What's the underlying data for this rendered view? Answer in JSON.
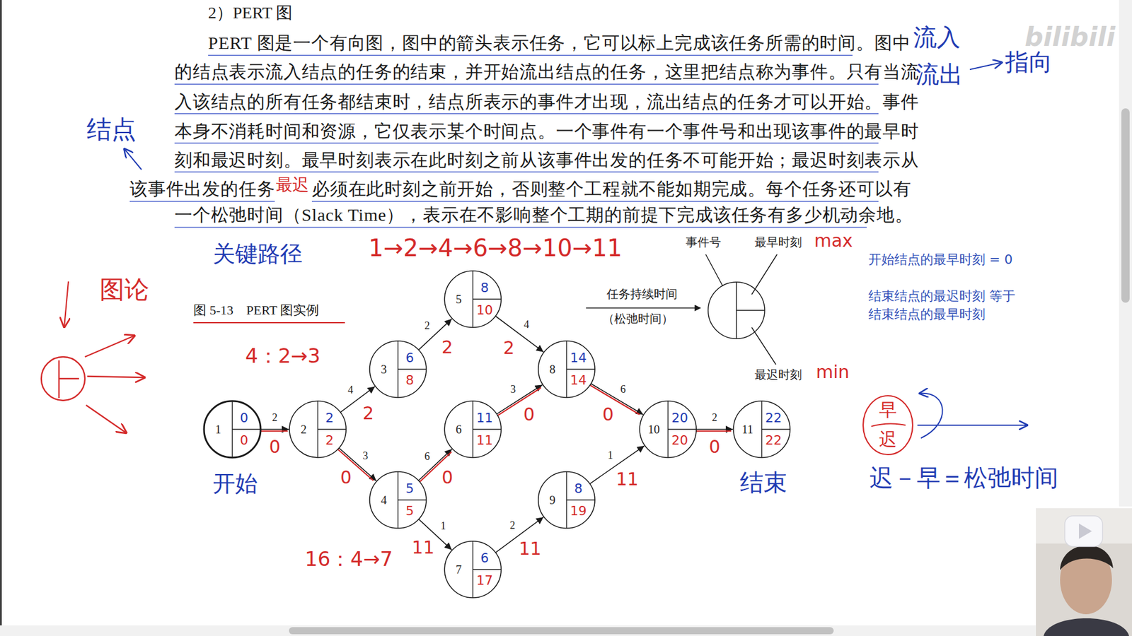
{
  "diagram": {
    "title": "2）PERT 图",
    "caption": "图 5-13　PERT 图实例",
    "nodes": [
      {
        "text": [
          "1",
          "0",
          "0"
        ]
      },
      {
        "text": [
          "2",
          "2",
          "2"
        ]
      },
      {
        "text": [
          "3",
          "6",
          "8"
        ]
      },
      {
        "text": [
          "4",
          "5",
          "5"
        ]
      },
      {
        "text": [
          "5",
          "8",
          "10"
        ]
      },
      {
        "text": [
          "6",
          "11",
          "11"
        ]
      },
      {
        "text": [
          "7",
          "6",
          "17"
        ]
      },
      {
        "text": [
          "8",
          "14",
          "14"
        ]
      },
      {
        "text": [
          "9",
          "8",
          "19"
        ]
      },
      {
        "text": [
          "10",
          "20",
          "20"
        ]
      },
      {
        "text": [
          "11",
          "22",
          "22"
        ]
      },
      {
        "text": [
          "早",
          "迟"
        ]
      }
    ],
    "edges": [
      {
        "from": 0,
        "to": 1,
        "arrow": "to",
        "label": "2"
      },
      {
        "from": 1,
        "to": 2,
        "arrow": "to",
        "label": "4"
      },
      {
        "from": 1,
        "to": 3,
        "arrow": "to",
        "label": "3"
      },
      {
        "from": 2,
        "to": 4,
        "arrow": "to",
        "label": "2"
      },
      {
        "from": 3,
        "to": 5,
        "arrow": "to",
        "label": "6"
      },
      {
        "from": 3,
        "to": 6,
        "arrow": "to",
        "label": "1"
      },
      {
        "from": 4,
        "to": 7,
        "arrow": "to",
        "label": "4"
      },
      {
        "from": 5,
        "to": 7,
        "arrow": "to",
        "label": "3"
      },
      {
        "from": 6,
        "to": 8,
        "arrow": "to",
        "label": "2"
      },
      {
        "from": 7,
        "to": 9,
        "arrow": "to",
        "label": "6"
      },
      {
        "from": 8,
        "to": 9,
        "arrow": "to",
        "label": "1"
      },
      {
        "from": 9,
        "to": 10,
        "arrow": "to",
        "label": "2"
      }
    ],
    "labels": [
      "PERT 图是一个有向图，图中的箭头表示任务，它可以标上完成该任务所需的时间。图中",
      "的结点表示流入结点的任务的结束，并开始流出结点的任务，这里把结点称为事件。只有当流",
      "入该结点的所有任务都结束时，结点所表示的事件才出现，流出结点的任务才可以开始。事件",
      "本身不消耗时间和资源，它仅表示某个时间点。一个事件有一个事件号和出现该事件的最早时",
      "刻和最迟时刻。最早时刻表示在此时刻之前从该事件出发的任务不可能开始；最迟时刻表示从",
      "该事件出发的任务",
      "最迟",
      "必须在此时刻之前开始，否则整个工程就不能如期完成。每个任务还可以有",
      "一个松弛时间（Slack Time），表示在不影响整个工期的前提下完成该任务有多少机动余地。",
      "流入",
      "流出",
      "指向",
      "bilibili",
      "结点",
      "关键路径",
      "图论",
      "1→2→4→6→8→10→11",
      "4：2→3",
      "16：4→7",
      "开始",
      "结束",
      "事件号",
      "最早时刻",
      "max",
      "任务持续时间",
      "（松弛时间）",
      "最迟时刻",
      "min",
      "开始结点的最早时刻 = 0",
      "结束结点的最迟时刻 等于 结束结点的最早时刻",
      "迟－早＝松弛时间",
      "0",
      "2",
      "0",
      "2",
      "0",
      "11",
      "2",
      "0",
      "11",
      "0",
      "11",
      "0"
    ]
  }
}
